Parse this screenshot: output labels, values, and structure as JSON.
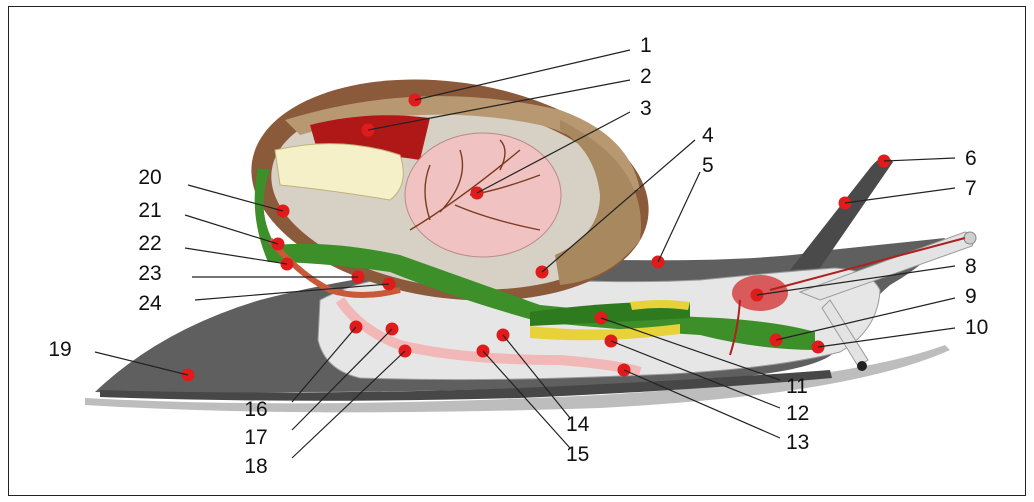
{
  "diagram": {
    "labels": [
      "1",
      "2",
      "3",
      "4",
      "5",
      "6",
      "7",
      "8",
      "9",
      "10",
      "11",
      "12",
      "13",
      "14",
      "15",
      "16",
      "17",
      "18",
      "19",
      "20",
      "21",
      "22",
      "23",
      "24"
    ]
  },
  "colors": {
    "body_gray": "#5a5a5a",
    "foot_dark": "#3f3f3f",
    "shell_brown": "#8b5a3a",
    "shell_tan": "#b89870",
    "lung_pink": "#f0c2c2",
    "digestive_green": "#3d8f2a",
    "gland_yellow": "#e8d23a",
    "kidney_red": "#b01818",
    "marker_red": "#e01b1b"
  }
}
